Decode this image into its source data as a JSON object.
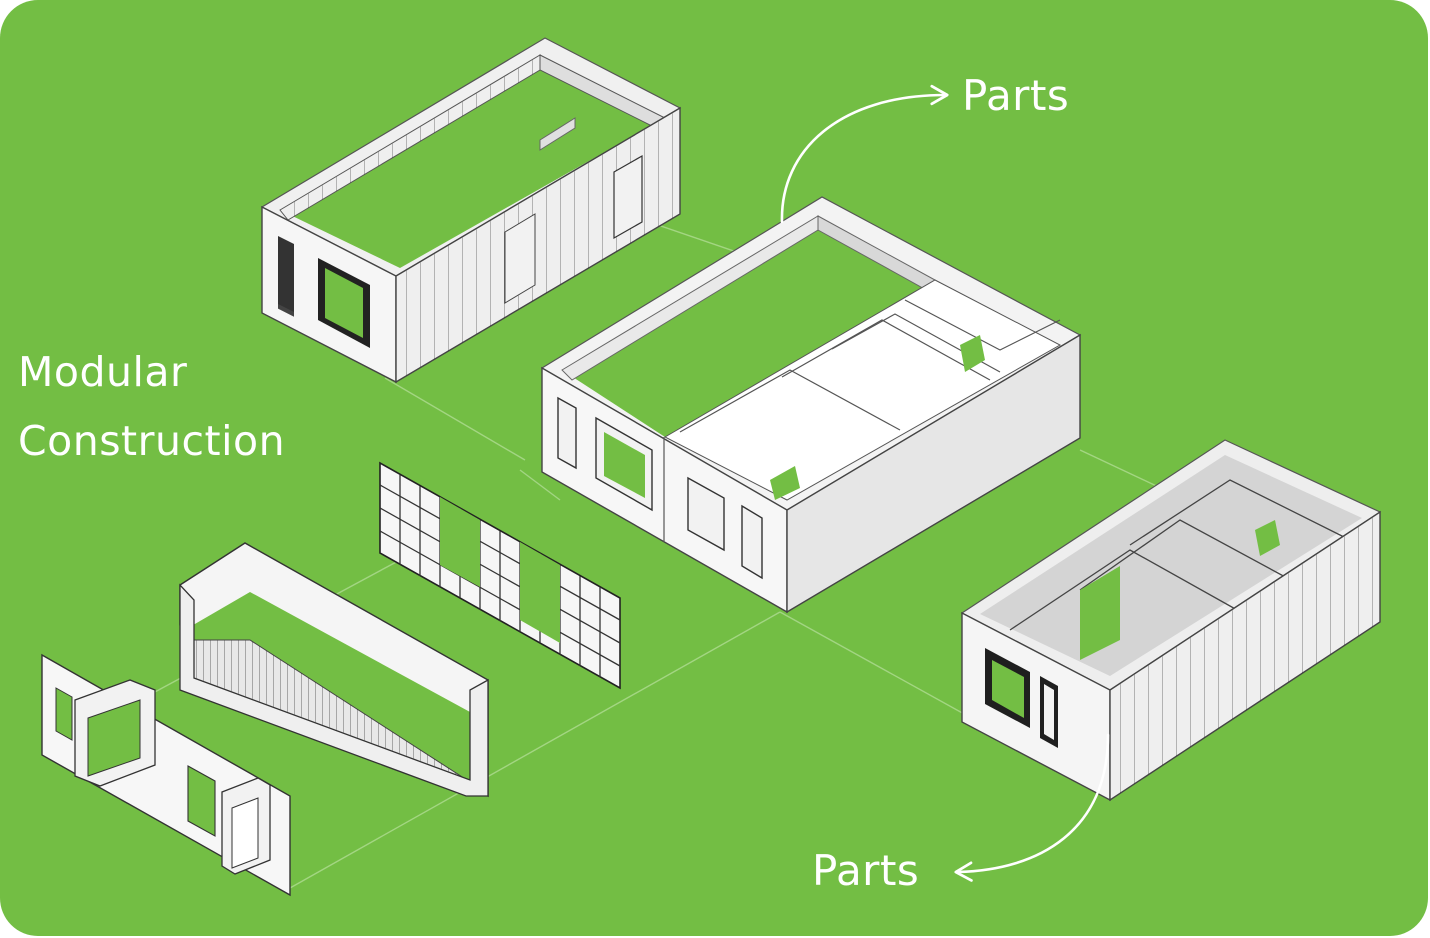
{
  "labels": {
    "modular": "Modular",
    "construction": "Construction",
    "parts_top": "Parts",
    "parts_bottom": "Parts"
  },
  "colors": {
    "background": "#73be44",
    "wall_light": "#f4f4f4",
    "wall_mid": "#e4e4e4",
    "wall_dark": "#c9c9c9",
    "line": "#444444",
    "text": "#ffffff"
  }
}
